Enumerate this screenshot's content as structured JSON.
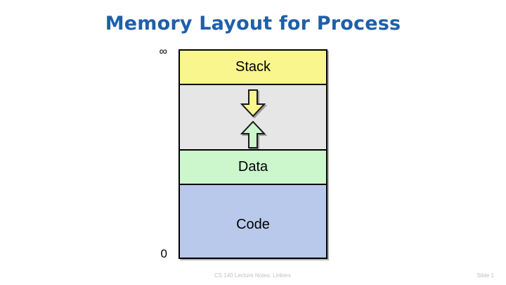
{
  "slide": {
    "title": "Memory Layout for Process",
    "title_color": "#1f5fa9",
    "background": "#ffffff"
  },
  "diagram": {
    "name": "process-memory-layout",
    "axis": {
      "top_label": "∞",
      "bottom_label": "0"
    },
    "segments": [
      {
        "key": "stack",
        "label": "Stack",
        "color": "#faf68e"
      },
      {
        "key": "gap",
        "label": "",
        "color": "#e6e6e6"
      },
      {
        "key": "data",
        "label": "Data",
        "color": "#ccf6cc"
      },
      {
        "key": "code",
        "label": "Code",
        "color": "#b9c9ec"
      }
    ],
    "arrows": [
      {
        "key": "stack-growth",
        "direction": "down",
        "color": "#faf68e"
      },
      {
        "key": "heap-growth",
        "direction": "up",
        "color": "#ccf6cc"
      }
    ]
  },
  "footer": {
    "left": "CS 140 Lecture Notes: Linkers",
    "right": "Slide 1",
    "color": "#bfbfbf"
  }
}
